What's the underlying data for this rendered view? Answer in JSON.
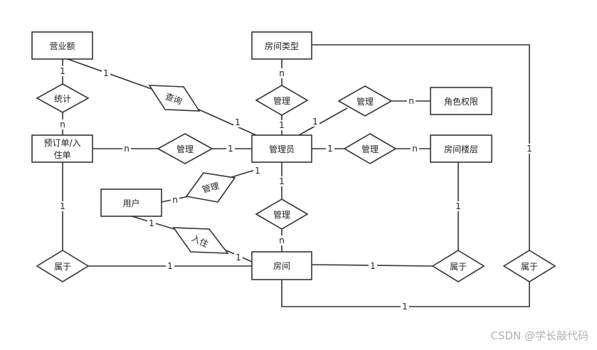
{
  "diagram": {
    "entities": {
      "revenue": "营业额",
      "room_type": "房间类型",
      "role_permission": "角色权限",
      "booking_line1": "预订单/入",
      "booking_line2": "住单",
      "admin": "管理员",
      "room_floor": "房间楼层",
      "user": "用户",
      "room": "房间"
    },
    "relationships": {
      "statistics": "统计",
      "query": "查询",
      "manage_room_type": "管理",
      "manage_permission": "管理",
      "manage_booking": "管理",
      "manage_floor": "管理",
      "manage_user": "管理",
      "manage_room": "管理",
      "check_in": "入住",
      "booking_belongs": "属于",
      "floor_belongs": "属于",
      "type_belongs": "属于"
    },
    "cardinalities": {
      "revenue_statistics": "1",
      "statistics_booking": "n",
      "revenue_query": "1",
      "query_admin": "1",
      "roomtype_manage": "n",
      "manage_admin_top": "1",
      "admin_manage_permission": "1",
      "manage_permission_role": "n",
      "booking_manage": "n",
      "manage_admin_left": "1",
      "admin_manage_floor": "1",
      "manage_floor_floor": "n",
      "user_manage": "n",
      "manage_admin_user": "1",
      "admin_manage_room": "1",
      "manage_room_room": "n",
      "user_checkin": "1",
      "checkin_room": "1",
      "booking_belongs_top": "1",
      "belongs_room_left": "1",
      "room_floor_belongs": "1",
      "floor_belongs_top": "1",
      "roomtype_belongs_right": "1",
      "room_bottom_belongs": "1"
    },
    "watermark": "CSDN @学长敲代码"
  }
}
